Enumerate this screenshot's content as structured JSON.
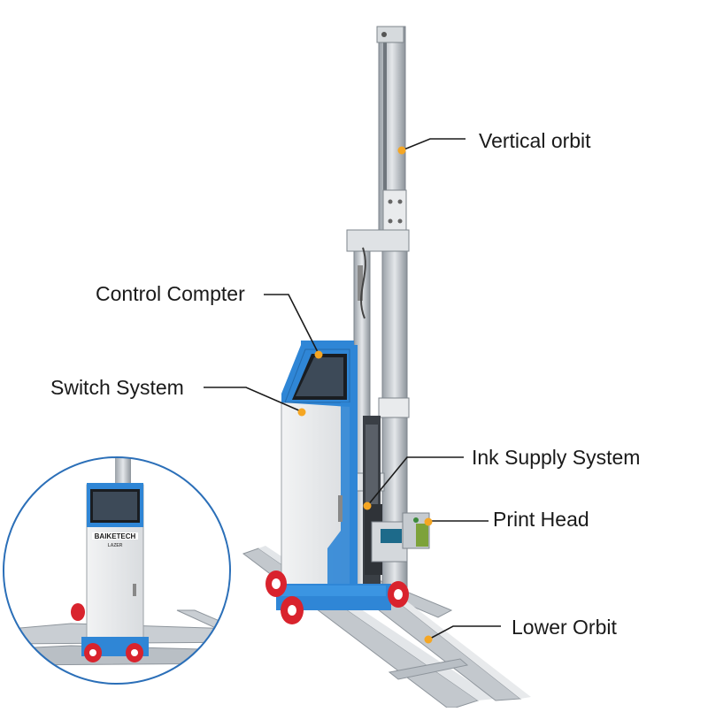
{
  "callouts": {
    "vertical_orbit": "Vertical orbit",
    "control_computer": "Control Compter",
    "switch_system": "Switch System",
    "ink_supply_system": "Ink Supply System",
    "print_head": "Print Head",
    "lower_orbit": "Lower Orbit"
  },
  "brand": {
    "name": "BAIKETECH",
    "sub": "LAZER"
  },
  "colors": {
    "cabinet_blue": "#2f86d6",
    "rail_silver": "#c9ced3",
    "wheel_red": "#d9232d",
    "dot_orange": "#f5a623",
    "inset_border": "#2b6fb8"
  }
}
